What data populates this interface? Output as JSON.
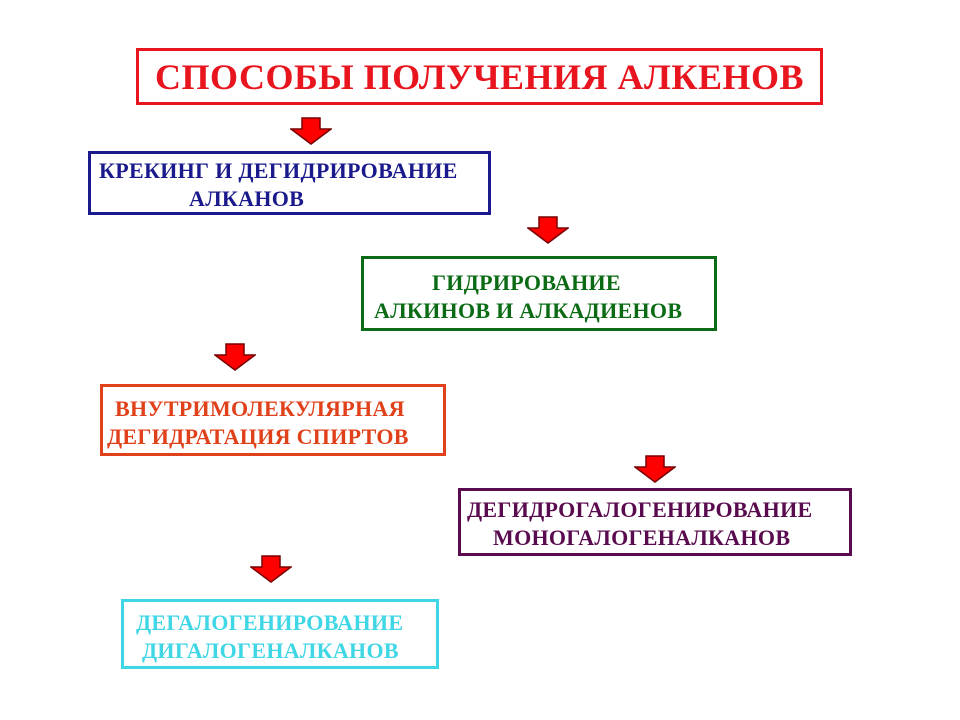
{
  "title": "СПОСОБЫ ПОЛУЧЕНИЯ АЛКЕНОВ",
  "colors": {
    "title": "#e8141e",
    "arrow_fill": "#ff0000",
    "arrow_stroke": "#7a0000",
    "cracking": "#1a1a8c",
    "hydrogenation": "#0b6b14",
    "dehydration": "#e0401a",
    "dehydrohalogenation": "#5a0a4e",
    "dehalogenation": "#3fd6e6"
  },
  "methods": {
    "cracking": {
      "line1": "КРЕКИНГ И ДЕГИДРИРОВАНИЕ",
      "line2": "АЛКАНОВ"
    },
    "hydrogenation": {
      "line1": "ГИДРИРОВАНИЕ",
      "line2": "АЛКИНОВ И АЛКАДИЕНОВ"
    },
    "dehydration": {
      "line1": "ВНУТРИМОЛЕКУЛЯРНАЯ",
      "line2": "ДЕГИДРАТАЦИЯ СПИРТОВ"
    },
    "dehydrohalogenation": {
      "line1": "ДЕГИДРОГАЛОГЕНИРОВАНИЕ",
      "line2": "МОНОГАЛОГЕНАЛКАНОВ"
    },
    "dehalogenation": {
      "line1": "ДЕГАЛОГЕНИРОВАНИЕ",
      "line2": "ДИГАЛОГЕНАЛКАНОВ"
    }
  }
}
